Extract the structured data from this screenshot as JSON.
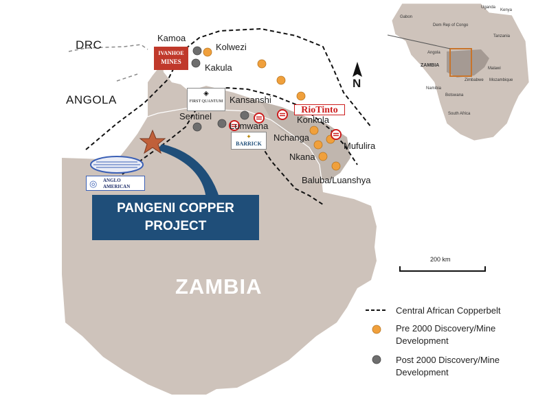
{
  "countries": {
    "drc": "DRC",
    "angola": "ANGOLA",
    "zambia": "ZAMBIA"
  },
  "north_arrow": "N",
  "project": {
    "line1": "PANGENI COPPER",
    "line2": "PROJECT"
  },
  "places": {
    "kamoa": "Kamoa",
    "kolwezi": "Kolwezi",
    "kakula": "Kakula",
    "kansanshi": "Kansanshi",
    "sentinel": "Sentinel",
    "lumwana": "Lumwana",
    "konkola": "Konkola",
    "nchanga": "Nchanga",
    "mufulira": "Mufulira",
    "nkana": "Nkana",
    "baluba": "Baluba/Luanshya"
  },
  "logos": {
    "ivanhoe_1": "IVANHOE",
    "ivanhoe_2": "MINES",
    "first_quantum": "FIRST QUANTUM",
    "rio_tinto": "RioTinto",
    "barrick": "BARRICK",
    "anglo_1": "ANGLO",
    "anglo_2": "AMERICAN"
  },
  "scale_bar": "200 km",
  "legend": {
    "copperbelt": "Central African Copperbelt",
    "pre2000_1": "Pre 2000 Discovery/Mine",
    "pre2000_2": "Development",
    "post2000_1": "Post 2000 Discovery/Mine",
    "post2000_2": "Development"
  },
  "inset": {
    "uganda": "Uganda",
    "kenya": "Kenya",
    "gabon": "Gabon",
    "drc": "Dem Rep of Congo",
    "tanzania": "Tanzania",
    "angola": "Angola",
    "zambia": "ZAMBIA",
    "malawi": "Malawi",
    "zimbabwe": "Zimbabwe",
    "mozambique": "Mozambique",
    "namibia": "Namibia",
    "botswana": "Botswana",
    "south_africa": "South Africa"
  },
  "colors": {
    "land": "#cec3bb",
    "land_dark": "#a59a93",
    "pre2000": "#f0a03c",
    "post2000": "#6e6e6e",
    "project_box": "#1f4e79",
    "star": "#c0603a",
    "rio_red": "#cc1b1b"
  }
}
